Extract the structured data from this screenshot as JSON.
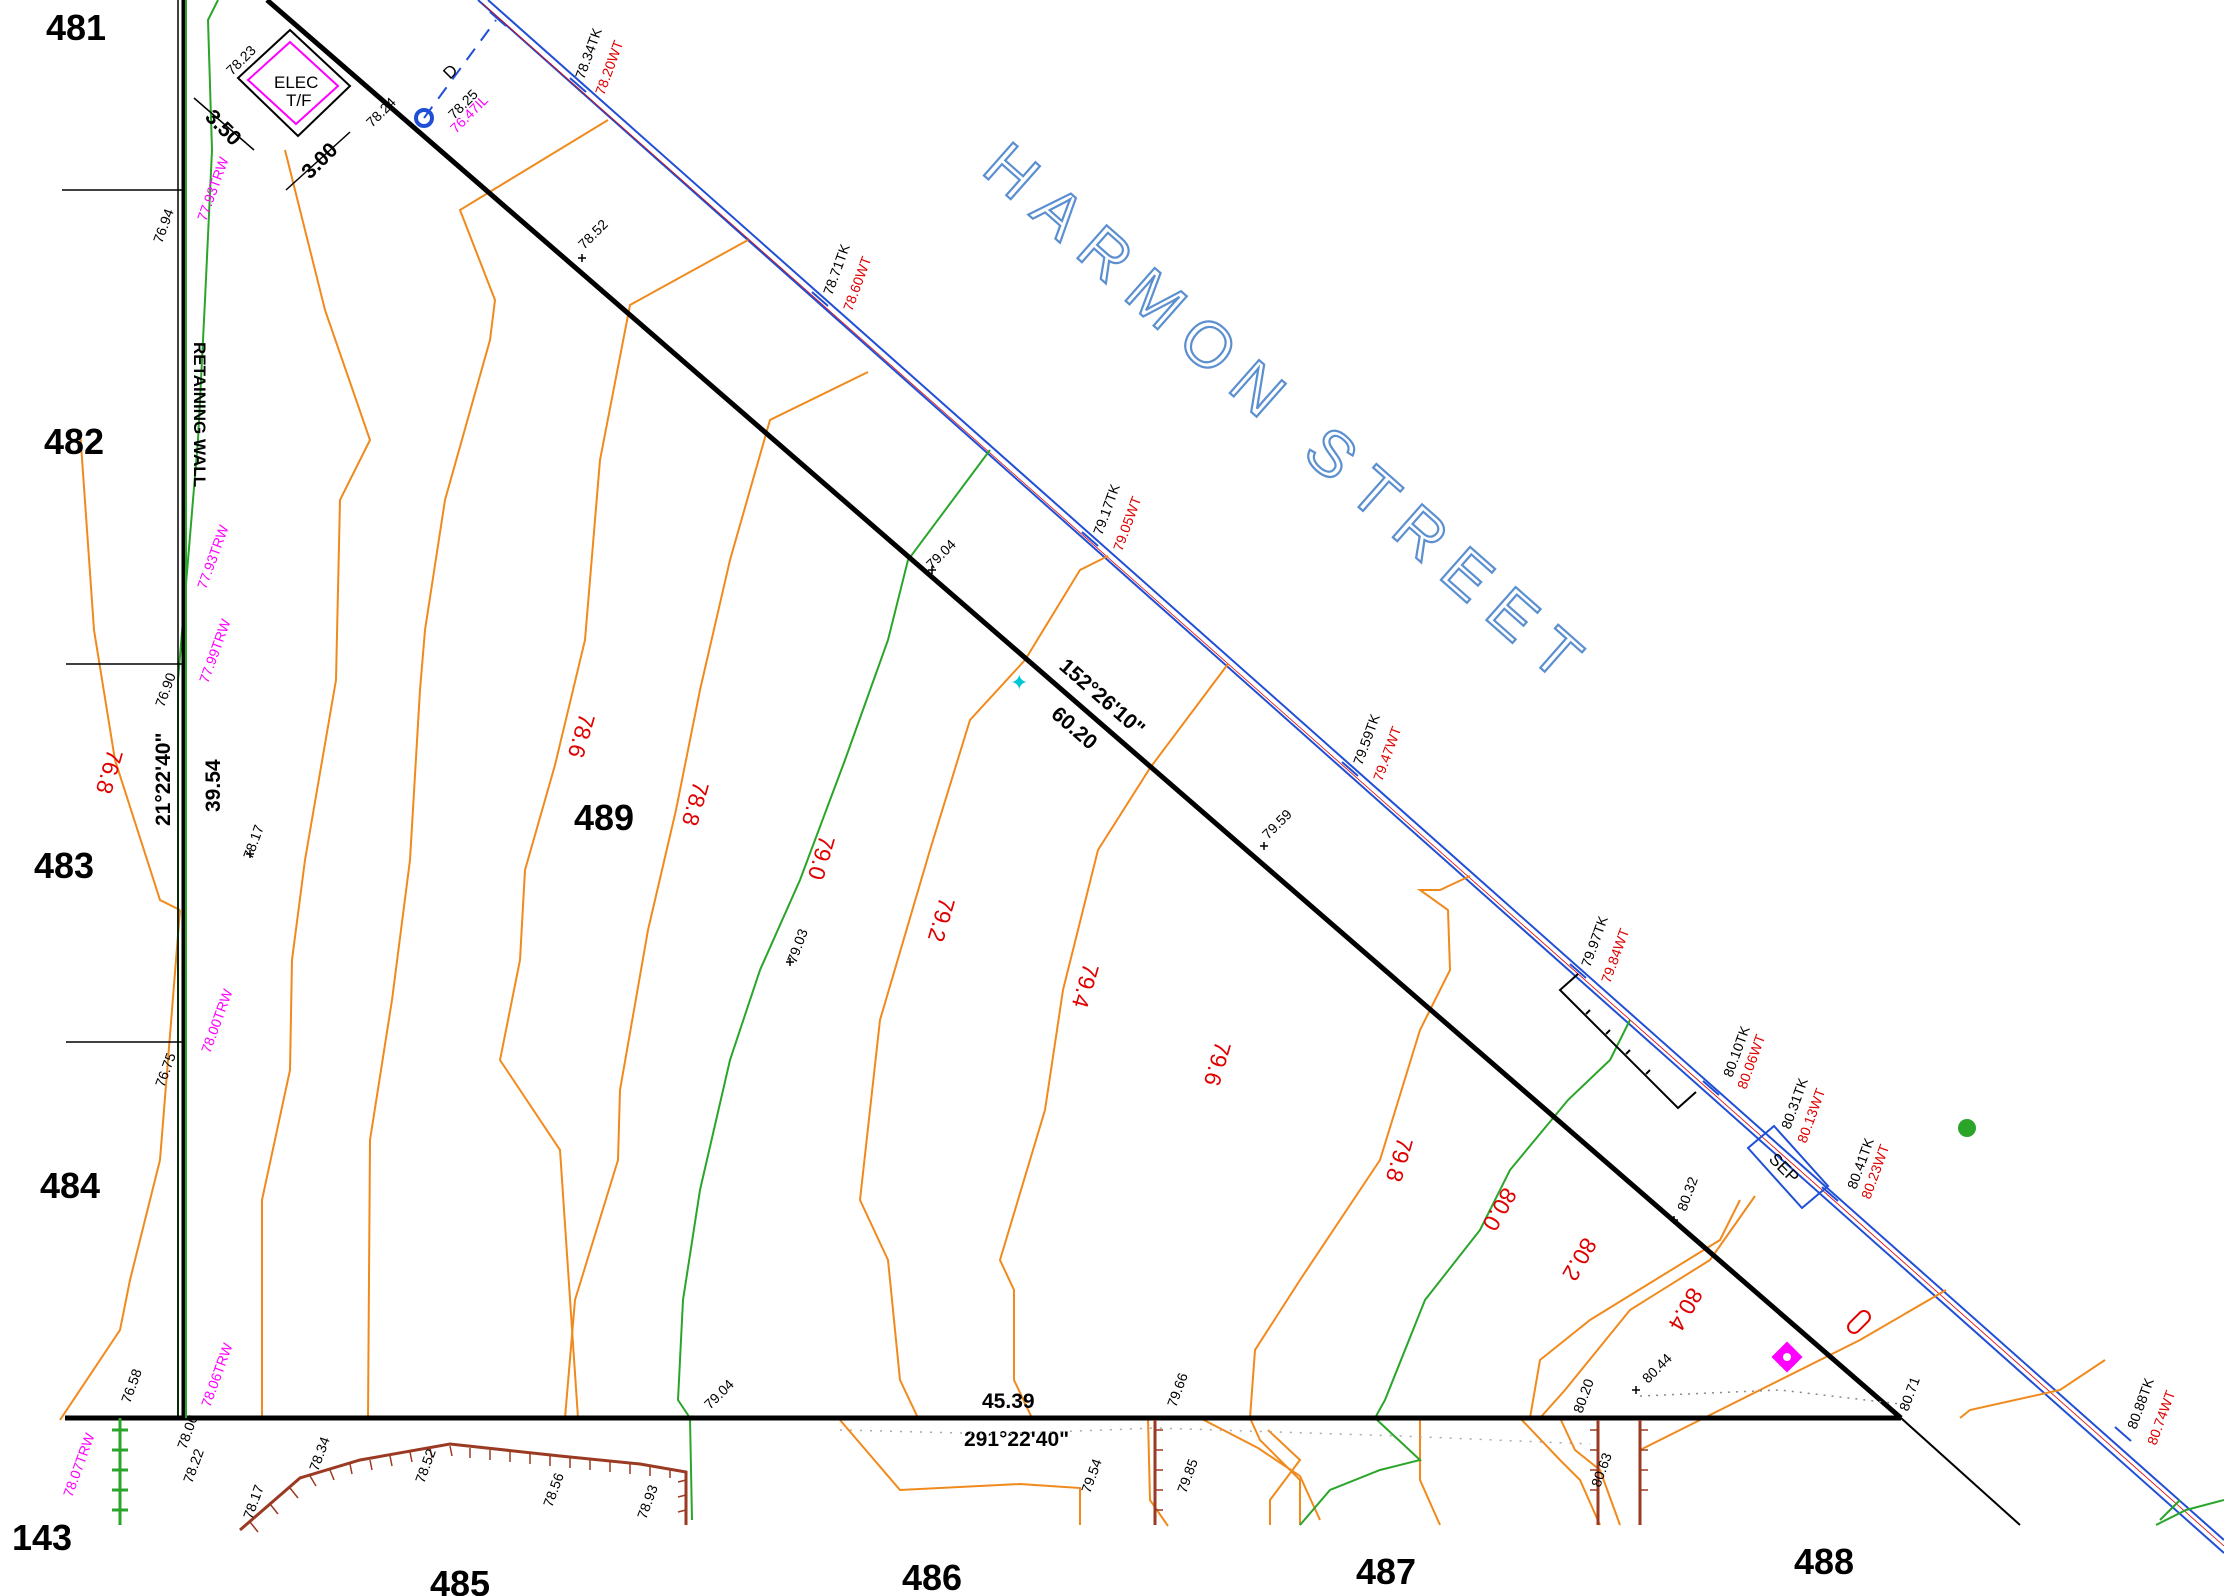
{
  "colors": {
    "boundary": "#000000",
    "contour_orange": "#f08a1c",
    "contour_green": "#2aa52a",
    "kerb_blue": "#1f4fd6",
    "wt_red": "#e00000",
    "trw_magenta": "#ff00ff",
    "street_blue": "#5b8fd0"
  },
  "street": {
    "name": "HARMON STREET"
  },
  "lots": {
    "l481": "481",
    "l482": "482",
    "l483": "483",
    "l484": "484",
    "l489": "489",
    "l143": "143",
    "l485": "485",
    "l486": "486",
    "l487": "487",
    "l488": "488"
  },
  "bearings": {
    "hypotenuse_bearing": "152°26'10\"",
    "hypotenuse_distance": "60.20",
    "bottom_distance": "45.39",
    "bottom_bearing": "291°22'40\"",
    "left_bearing": "21°22'40\"",
    "left_distance": "39.54"
  },
  "elec": {
    "label_line1": "ELEC",
    "label_line2": "T/F",
    "dim_350": "3.50",
    "dim_300": "3.00",
    "lvl_a": "78.23",
    "lvl_b": "78.24",
    "lvl_c": "78.25",
    "pit_il": "76.47IL",
    "drain": "D"
  },
  "retaining_wall": "RETAINING WALL",
  "sep": "SEP",
  "spot_levels": {
    "s7694": "76.94",
    "s7690": "76.90",
    "s7675": "76.75",
    "s7658": "76.58",
    "s7852": "78.52",
    "s7817": "78.17",
    "s7904": "79.04",
    "s7903": "79.03",
    "s7959": "79.59",
    "s8032": "80.32",
    "s7806": "78.06",
    "s7822": "78.22",
    "s7817b": "78.17",
    "s7834": "78.34",
    "s7852b": "78.52",
    "s7856": "78.56",
    "s7893": "78.93",
    "s7904b": "79.04",
    "s7966": "79.66",
    "s7954": "79.54",
    "s7985": "79.85",
    "s8020": "80.20",
    "s8044": "80.44",
    "s8063": "80.63",
    "s8071": "80.71"
  },
  "kerb": [
    {
      "tk": "78.34TK",
      "wt": "78.20WT"
    },
    {
      "tk": "78.71TK",
      "wt": "78.60WT"
    },
    {
      "tk": "79.17TK",
      "wt": "79.05WT"
    },
    {
      "tk": "79.59TK",
      "wt": "79.47WT"
    },
    {
      "tk": "79.97TK",
      "wt": "79.84WT"
    },
    {
      "tk": "80.10TK",
      "wt": "80.06WT"
    },
    {
      "tk": "80.31TK",
      "wt": "80.13WT"
    },
    {
      "tk": "80.41TK",
      "wt": "80.23WT"
    },
    {
      "tk": "80.88TK",
      "wt": "80.74WT"
    }
  ],
  "trw": {
    "t1": "77.93TRW",
    "t2": "77.93TRW",
    "t3": "77.99TRW",
    "t4": "78.00TRW",
    "t5": "78.06TRW",
    "t6": "78.07TRW"
  },
  "contours": {
    "c768": "76.8",
    "c786": "78.6",
    "c788": "78.8",
    "c790": "79.0",
    "c792": "79.2",
    "c794": "79.4",
    "c796": "79.6",
    "c798": "79.8",
    "c800": "80.0",
    "c802": "80.2",
    "c804": "80.4"
  }
}
